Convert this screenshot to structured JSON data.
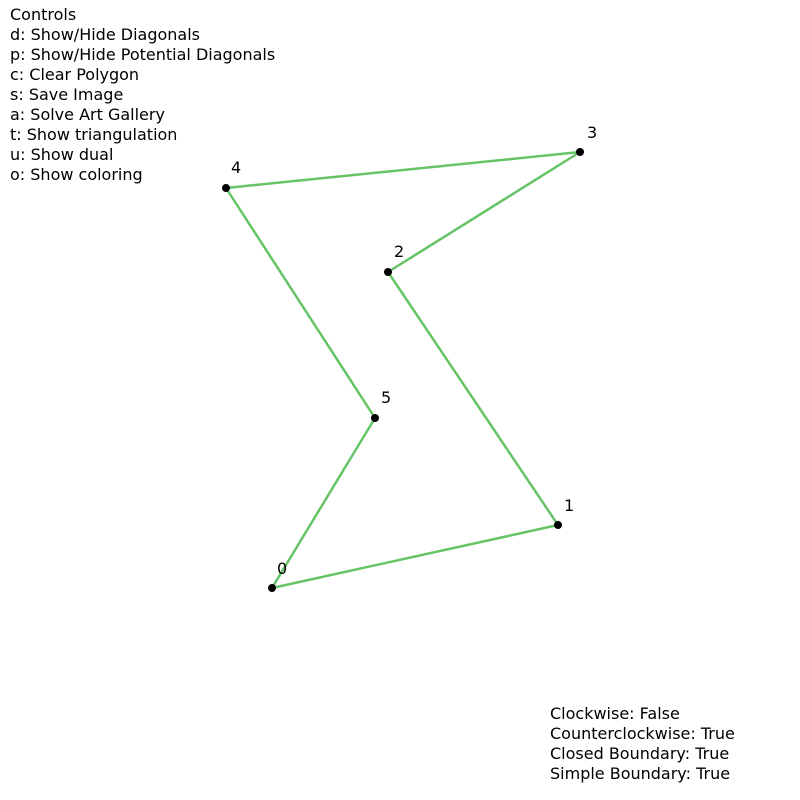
{
  "controls": {
    "heading": "Controls",
    "items": [
      {
        "key": "d",
        "label": "d: Show/Hide Diagonals"
      },
      {
        "key": "p",
        "label": "p: Show/Hide Potential Diagonals"
      },
      {
        "key": "c",
        "label": "c: Clear Polygon"
      },
      {
        "key": "s",
        "label": "s: Save Image"
      },
      {
        "key": "a",
        "label": "a: Solve Art Gallery"
      },
      {
        "key": "t",
        "label": "t: Show triangulation"
      },
      {
        "key": "u",
        "label": "u: Show dual"
      },
      {
        "key": "o",
        "label": "o: Show coloring"
      }
    ]
  },
  "polygon": {
    "edge_color": "#66c466",
    "vertex_color": "#000000",
    "vertices": [
      {
        "label": "0"
      },
      {
        "label": "1"
      },
      {
        "label": "2"
      },
      {
        "label": "3"
      },
      {
        "label": "4"
      },
      {
        "label": "5"
      }
    ]
  },
  "status": {
    "clockwise": "Clockwise: False",
    "counterclockwise": "Counterclockwise: True",
    "closed_boundary": "Closed Boundary: True",
    "simple_boundary": "Simple Boundary: True"
  }
}
